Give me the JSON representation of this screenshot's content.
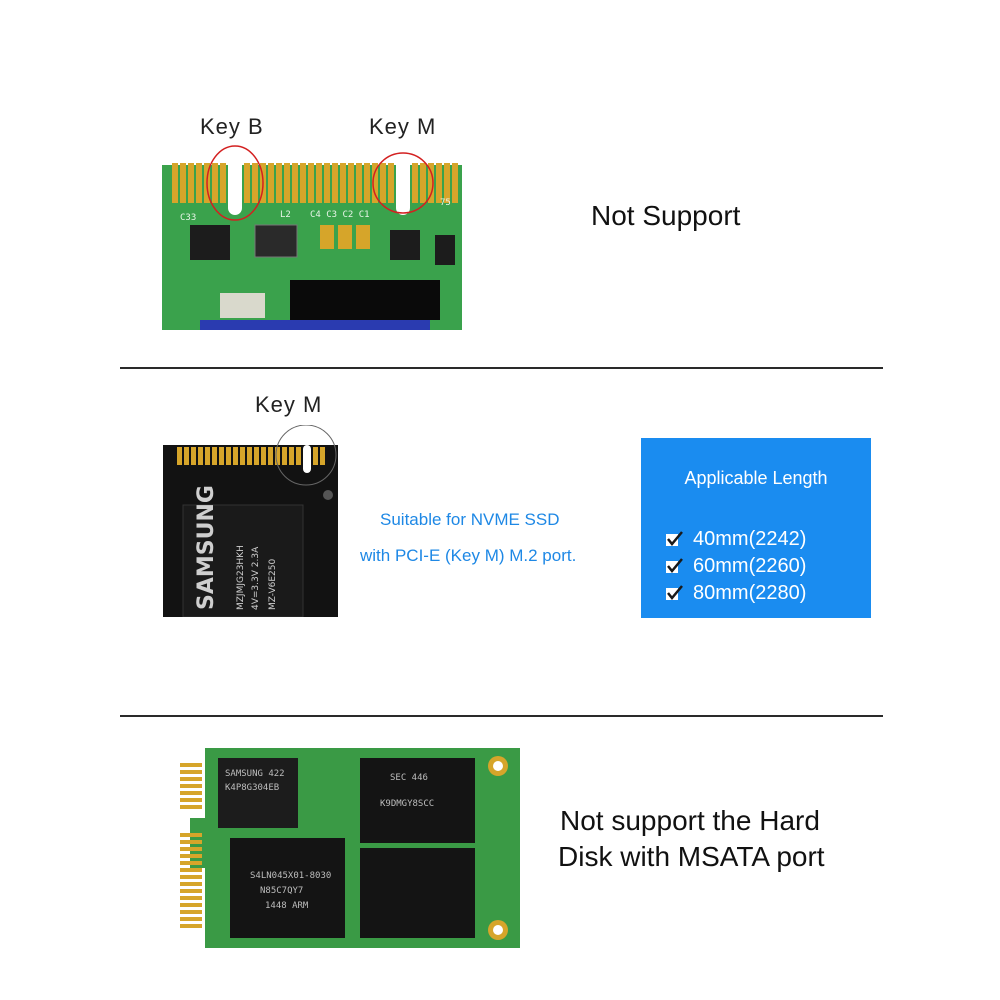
{
  "section1": {
    "key_b_label": "Key B",
    "key_m_label": "Key M",
    "message": "Not Support"
  },
  "section2": {
    "key_m_label": "Key M",
    "description_line1": "Suitable for NVME SSD",
    "description_line2": "with PCI-E (Key M) M.2 port.",
    "panel": {
      "title": "Applicable Length",
      "items": [
        "40mm(2242)",
        "60mm(2260)",
        "80mm(2280)"
      ]
    },
    "ssd_brand": "SAMSUNG"
  },
  "section3": {
    "message_line1": "Not support the Hard",
    "message_line2": "Disk with MSATA port"
  },
  "colors": {
    "accent_blue": "#1a8cf0",
    "blue_text": "#1e88e5",
    "pcb_green": "#2f9a4a"
  }
}
